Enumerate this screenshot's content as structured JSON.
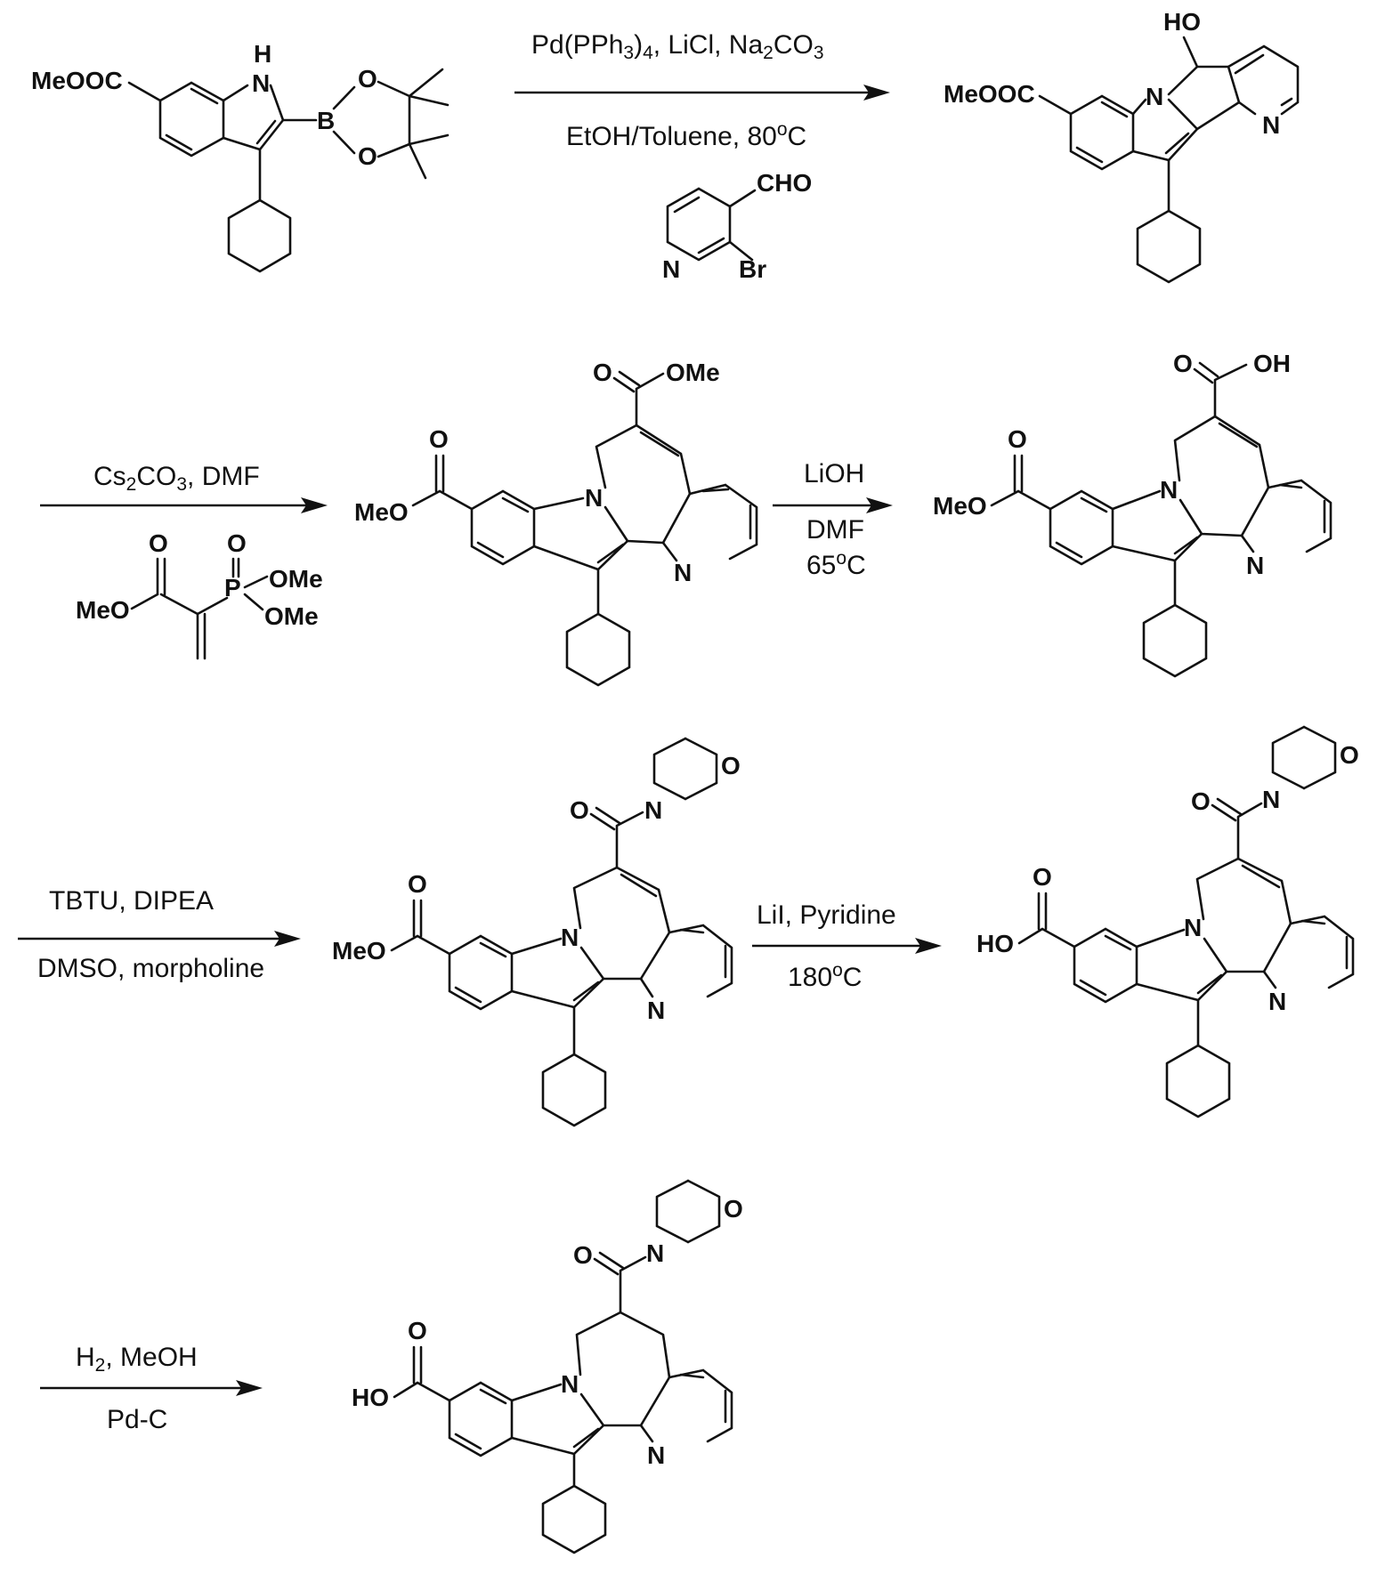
{
  "labels": {
    "meooc": "MeOOC",
    "ho": "HO",
    "h": "H",
    "n": "N",
    "nh_n": "N",
    "b": "B",
    "o": "O",
    "cho": "CHO",
    "br": "Br",
    "ome": "OMe",
    "oh": "OH",
    "meo": "MeO",
    "p": "P",
    "c": "C"
  },
  "steps": [
    {
      "reagents_top": [
        "Pd(PPh",
        "3",
        ")",
        "4",
        ",  LiCl, Na",
        "2",
        "CO",
        "3"
      ],
      "reagents_bottom": [
        "EtOH/Toluene, 80",
        "o",
        "C"
      ]
    },
    {
      "reagents_top": [
        "Cs",
        "2",
        "CO",
        "3",
        ", DMF"
      ]
    },
    {
      "reagents_top": [
        "LiOH"
      ],
      "reagents_mid": [
        "DMF"
      ],
      "reagents_bottom": [
        "65",
        "o",
        "C"
      ]
    },
    {
      "reagents_top": [
        "TBTU, DIPEA"
      ],
      "reagents_bottom": [
        "DMSO, morpholine"
      ]
    },
    {
      "reagents_top": [
        "LiI, Pyridine"
      ],
      "reagents_bottom": [
        "180",
        "o",
        "C"
      ]
    },
    {
      "reagents_top": [
        "H",
        "2",
        ", MeOH"
      ],
      "reagents_bottom": [
        "Pd-C"
      ]
    }
  ]
}
